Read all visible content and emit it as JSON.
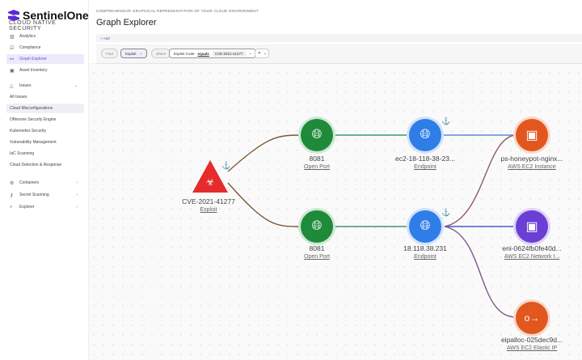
{
  "brand": {
    "name": "SentinelOne",
    "subtitle": "CLOUD NATIVE SECURITY"
  },
  "sidebar": {
    "items": [
      {
        "label": "Analytics",
        "icon": "chart-icon"
      },
      {
        "label": "Compliance",
        "icon": "checkbox-icon"
      },
      {
        "label": "Graph Explorer",
        "icon": "graph-icon",
        "active": true
      },
      {
        "label": "Asset Inventory",
        "icon": "inventory-icon"
      },
      {
        "label": "Issues",
        "icon": "warning-icon"
      },
      {
        "label": "All Issues"
      },
      {
        "label": "Cloud Misconfigurations",
        "selected": true
      },
      {
        "label": "Offensive Security Engine"
      },
      {
        "label": "Kubernetes Security"
      },
      {
        "label": "Vulnerability Management"
      },
      {
        "label": "IaC Scanning"
      },
      {
        "label": "Cloud Detection & Response"
      },
      {
        "label": "Containers",
        "icon": "container-icon"
      },
      {
        "label": "Secret Scanning",
        "icon": "key-icon"
      },
      {
        "label": "Explorer",
        "icon": "search-icon"
      }
    ]
  },
  "header": {
    "subtitle": "COMPREHENSIVE GRAPHICAL REPRESENTATION OF YOUR CLOUD ENVIRONMENT",
    "title": "Graph Explorer",
    "add_label": "+ Add"
  },
  "query": {
    "find": "Find",
    "entity": "Exploit",
    "where": "where",
    "field": "Exploit Code",
    "operator": "equals",
    "value": "CVE-2021-41277"
  },
  "colors": {
    "accent": "#6b4fd8",
    "exploit": "#e52b2b",
    "open_port": "#1f8a3a",
    "endpoint": "#2f7ee8",
    "ec2": "#e2571d",
    "network": "#6a3fd6"
  },
  "graph": {
    "nodes": [
      {
        "value": "CVE-2021-41277",
        "type": "Exploit"
      },
      {
        "value": "8081",
        "type": "Open Port"
      },
      {
        "value": "8081",
        "type": "Open Port"
      },
      {
        "value": "ec2-18-118-38-23...",
        "type": "Endpoint"
      },
      {
        "value": "18.118.38.231",
        "type": "Endpoint"
      },
      {
        "value": "ps-honeypot-nginx...",
        "type": "AWS EC2 Instance"
      },
      {
        "value": "eni-0624fb0fe40d...",
        "type": "AWS EC2 Network I..."
      },
      {
        "value": "eipalloc-025dec9d...",
        "type": "AWS EC2 Elastic IP"
      }
    ]
  }
}
